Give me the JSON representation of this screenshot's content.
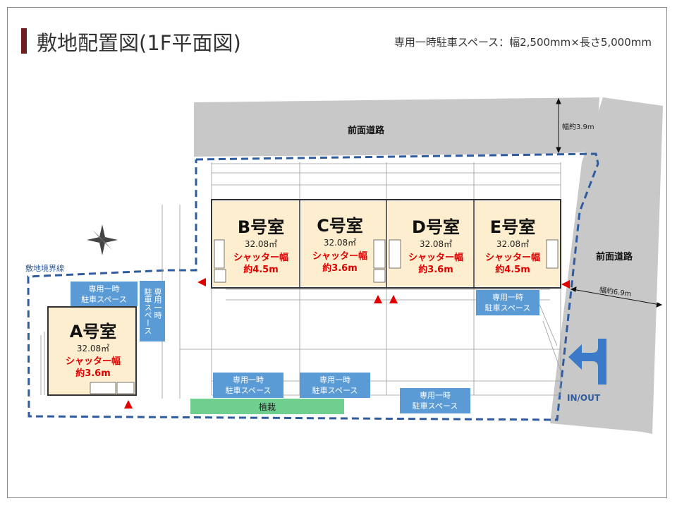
{
  "header": {
    "title": "敷地配置図(1F平面図)",
    "spec": "専用一時駐車スペース：幅2,500mm×長さ5,000mm"
  },
  "roads": {
    "top_label": "前面道路",
    "top_width": "幅約3.9m",
    "right_label": "前面道路",
    "right_width": "幅約6.9m"
  },
  "site": {
    "boundary_label": "敷地境界線",
    "entrance_label": "IN/OUT",
    "planting_label": "植栽"
  },
  "rooms": [
    {
      "name": "A号室",
      "area": "32.08㎡",
      "shutter_label": "シャッター幅",
      "shutter_width": "約3.6m"
    },
    {
      "name": "B号室",
      "area": "32.08㎡",
      "shutter_label": "シャッター幅",
      "shutter_width": "約4.5m"
    },
    {
      "name": "C号室",
      "area": "32.08㎡",
      "shutter_label": "シャッター幅",
      "shutter_width": "約3.6m"
    },
    {
      "name": "D号室",
      "area": "32.08㎡",
      "shutter_label": "シャッター幅",
      "shutter_width": "約3.6m"
    },
    {
      "name": "E号室",
      "area": "32.08㎡",
      "shutter_label": "シャッター幅",
      "shutter_width": "約4.5m"
    }
  ],
  "parking": [
    {
      "label": "専用一時\n駐車スペース"
    },
    {
      "label": "専用一時\n駐車スペース"
    },
    {
      "label": "専用一時\n駐車スペース"
    },
    {
      "label": "専用一時\n駐車スペース"
    },
    {
      "label": "専用一時\n駐車スペース"
    },
    {
      "label": "専用一時\n駐車スペース"
    }
  ],
  "colors": {
    "road": "#c8c8c8",
    "room_fill": "#fdeed0",
    "boundary": "#2e5c9e",
    "parking": "#5b9bd5",
    "planting": "#6fcf8f",
    "marker": "#e00000",
    "title_bar": "#6b1f1f"
  },
  "icons": [
    "compass-icon",
    "entrance-arrow-icon",
    "shutter-marker-icon"
  ]
}
